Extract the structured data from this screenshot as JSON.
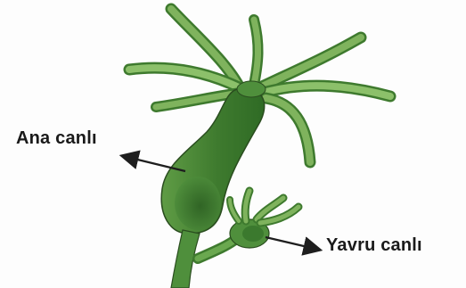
{
  "labels": {
    "parent": "Ana canlı",
    "bud": "Yavru canlı"
  },
  "colors": {
    "body_dark": "#2f6b25",
    "body_mid": "#4f8f3c",
    "body_light": "#8cc06a",
    "outline": "#2a4d1f",
    "arrow": "#1e1e1e"
  },
  "icons": {
    "main_organism": "hydra-illustration",
    "offspring": "hydra-bud-illustration"
  }
}
